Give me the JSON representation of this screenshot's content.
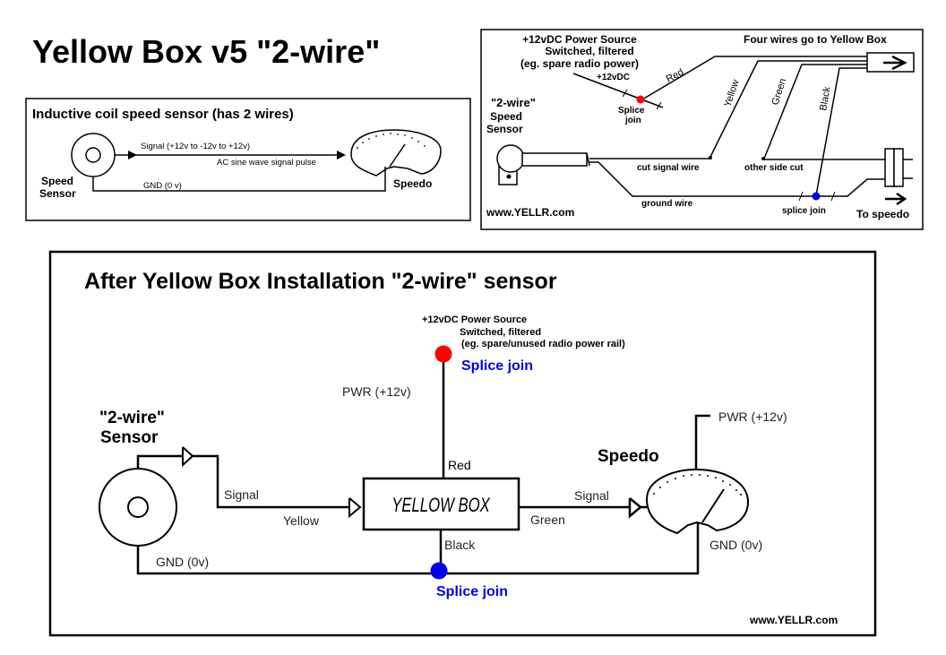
{
  "title": "Yellow Box v5 \"2-wire\"",
  "colors": {
    "splice_red": "#ff0000",
    "splice_blue": "#0000ee",
    "splice_label_blue": "#0000ee",
    "ink": "#000000",
    "background": "#ffffff"
  },
  "panel_before": {
    "heading": "Inductive coil speed sensor (has 2 wires)",
    "sensor_label_line1": "Speed",
    "sensor_label_line2": "Sensor",
    "signal_label": "Signal (+12v to -12v to +12v)",
    "signal_sublabel": "AC sine wave signal pulse",
    "gnd_label": "GND (0 v)",
    "speedo_label": "Speedo"
  },
  "panel_wiring": {
    "power_line1": "+12vDC Power Source",
    "power_line2": "Switched, filtered",
    "power_line3": "(eg. spare radio power)",
    "plus12_label": "+12vDC",
    "splice_label_line1": "Splice",
    "splice_label_line2": "join",
    "four_wires_label": "Four wires go to Yellow Box",
    "wire_red": "Red",
    "wire_yellow": "Yellow",
    "wire_green": "Green",
    "wire_black": "Black",
    "sensor_line1": "\"2-wire\"",
    "sensor_line2": "Speed",
    "sensor_line3": "Sensor",
    "cut_signal": "cut signal wire",
    "other_side_cut": "other side cut",
    "ground_wire": "ground wire",
    "splice_join": "splice join",
    "to_speedo": "To speedo",
    "website": "www.YELLR.com"
  },
  "panel_after": {
    "heading": "After Yellow Box Installation \"2-wire\" sensor",
    "power_line1": "+12vDC Power Source",
    "power_line2": "Switched, filtered",
    "power_line3": "(eg. spare/unused radio power rail)",
    "splice_top": "Splice join",
    "pwr_label": "PWR (+12v)",
    "sensor_line1": "\"2-wire\"",
    "sensor_line2": "Sensor",
    "signal_in": "Signal",
    "yellow": "Yellow",
    "red": "Red",
    "box_label": "YELLOW BOX",
    "black": "Black",
    "green": "Green",
    "signal_out": "Signal",
    "speedo_label": "Speedo",
    "speedo_pwr": "PWR (+12v)",
    "gnd_left": "GND (0v)",
    "gnd_right": "GND (0v)",
    "splice_bottom": "Splice join",
    "website": "www.YELLR.com"
  }
}
